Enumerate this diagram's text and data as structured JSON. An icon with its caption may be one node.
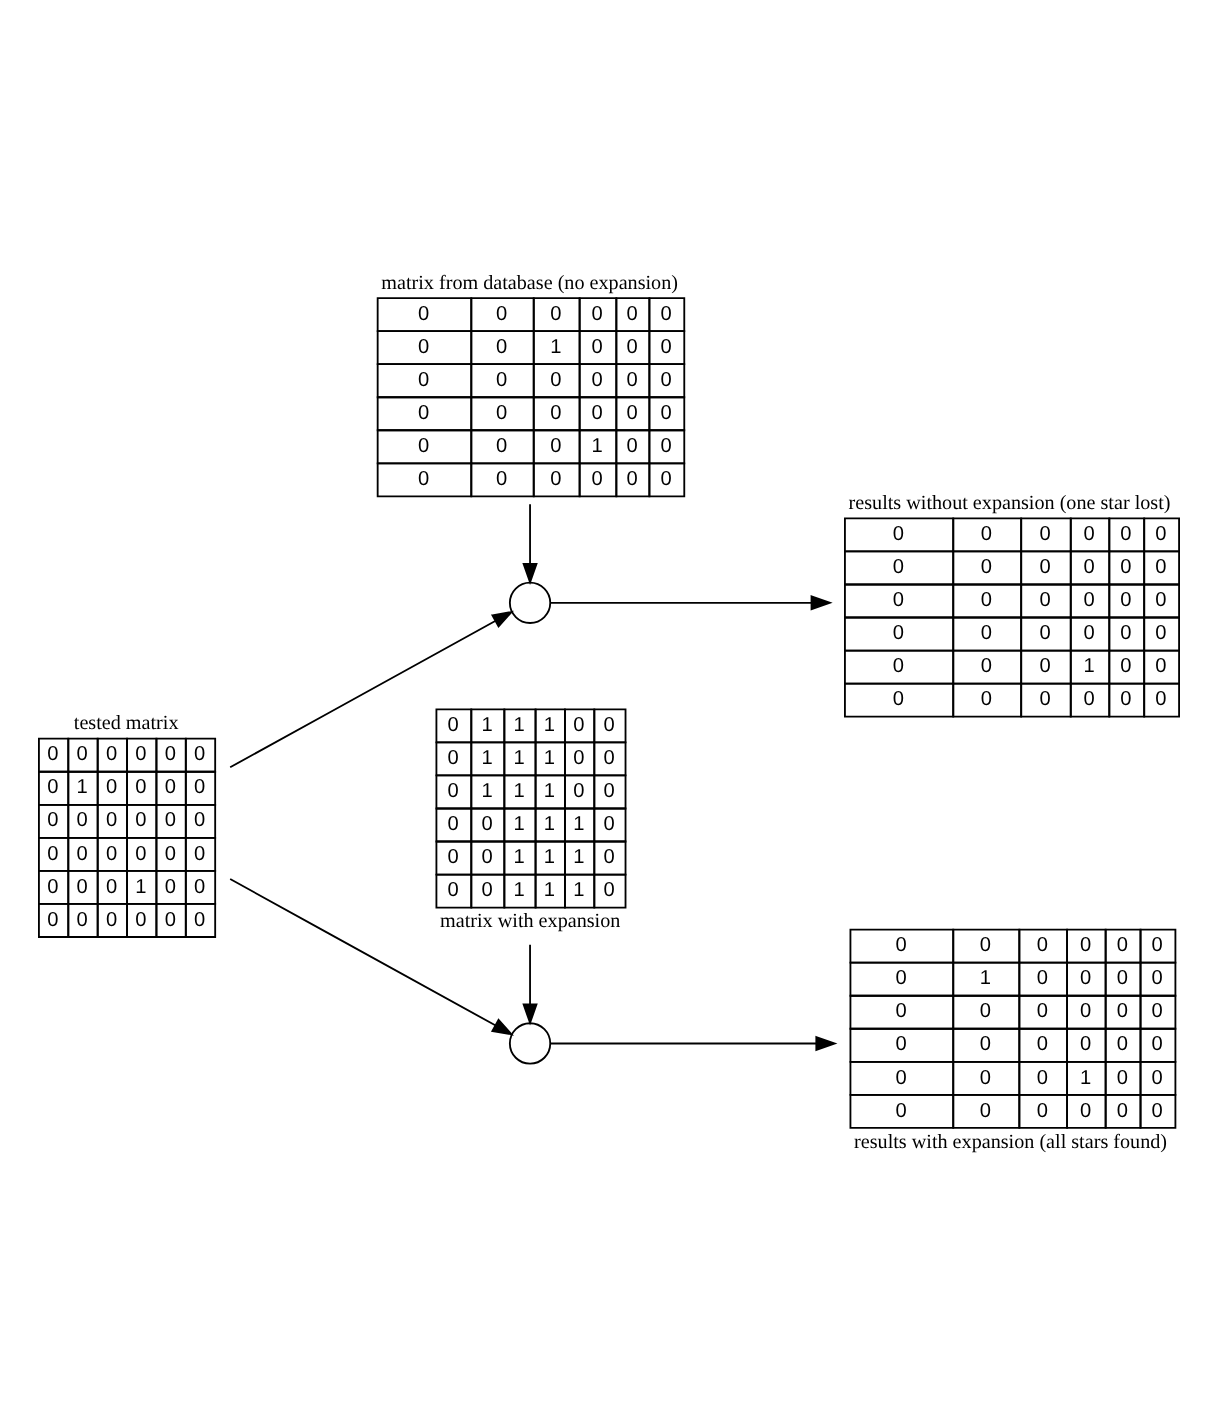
{
  "diagram": {
    "nodes": [
      {
        "text": [
          "matrix from database (no expansion)",
          "0 0 0 0 0 0",
          "0 0 1 0 0 0",
          "0 0 0 0 0 0",
          "0 0 0 0 0 0",
          "0 0 0 1 0 0",
          "0 0 0 0 0 0"
        ]
      },
      {
        "text": [
          "results without expansion (one star lost)",
          "0 0 0 0 0 0",
          "0 0 0 0 0 0",
          "0 0 0 0 0 0",
          "0 0 0 0 0 0",
          "0 0 0 1 0 0",
          "0 0 0 0 0 0"
        ]
      },
      {
        "text": [
          "tested matrix",
          "0 0 0 0 0 0",
          "0 1 0 0 0 0",
          "0 0 0 0 0 0",
          "0 0 0 0 0 0",
          "0 0 0 1 0 0",
          "0 0 0 0 0 0"
        ]
      },
      {
        "text": [],
        "shape": "circle"
      },
      {
        "text": [],
        "shape": "circle"
      },
      {
        "text": [
          "0 0 0 0 0 0",
          "0 1 0 0 0 0",
          "0 0 0 0 0 0",
          "0 0 0 0 0 0",
          "0 0 0 1 0 0",
          "0 0 0 0 0 0",
          "results with expansion (all stars found)"
        ]
      },
      {
        "text": [
          "0 1 1 1 0 0",
          "0 1 1 1 0 0",
          "0 1 1 1 0 0",
          "0 0 1 1 1 0",
          "0 0 1 1 1 0",
          "0 0 1 1 1 0",
          "matrix with expansion"
        ]
      }
    ],
    "edges": [
      {
        "from": 2,
        "to": 3,
        "arrow": "to"
      },
      {
        "from": 0,
        "to": 3,
        "arrow": "to"
      },
      {
        "from": 3,
        "to": 1,
        "arrow": "to"
      },
      {
        "from": 2,
        "to": 4,
        "arrow": "to"
      },
      {
        "from": 6,
        "to": 4,
        "arrow": "to"
      },
      {
        "from": 4,
        "to": 5,
        "arrow": "to"
      }
    ]
  }
}
